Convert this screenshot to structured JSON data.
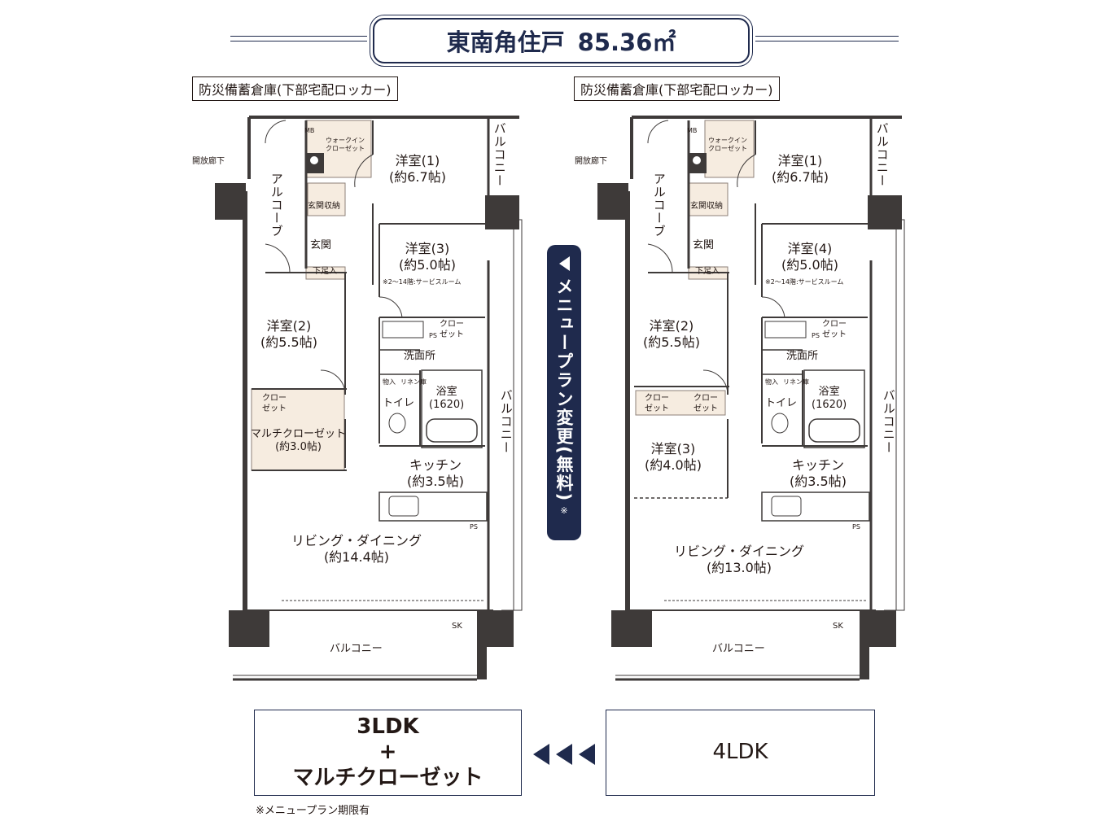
{
  "header": {
    "title": "東南角住戸",
    "area": "85.36㎡"
  },
  "common": {
    "storage_callout": "防災備蓄倉庫(下部宅配ロッカー)",
    "open_corridor": "開放廊下",
    "alcove": "アルコーブ",
    "mb": "MB",
    "walkin": "ウォークイン\nクローゼット",
    "entrance_storage": "玄関収納",
    "entrance": "玄関",
    "shoe": "下足入",
    "balcony": "バルコニー",
    "ps": "PS",
    "washroom": "洗面所",
    "storage_small": "物入",
    "linen": "リネン庫",
    "toilet": "トイレ",
    "bath": "浴室",
    "bath_size": "(1620)",
    "kitchen": "キッチン",
    "kitchen_size": "(約3.5帖)",
    "sk": "SK",
    "closet": "クロー\nゼット",
    "service_note": "※2〜14階:サービスルーム",
    "room1": "洋室(1)",
    "room1_size": "(約6.7帖)",
    "room2": "洋室(2)",
    "room2_size": "(約5.5帖)",
    "room_size_50": "(約5.0帖)",
    "ldk": "リビング・ダイニング"
  },
  "left_plan": {
    "room3": "洋室(3)",
    "multi_closet": "マルチクローゼット",
    "multi_closet_size": "(約3.0帖)",
    "ldk_size": "(約14.4帖)",
    "label_line1": "3LDK",
    "label_line2": "+",
    "label_line3": "マルチクローゼット"
  },
  "right_plan": {
    "room4": "洋室(4)",
    "room3": "洋室(3)",
    "room3_size": "(約4.0帖)",
    "ldk_size": "(約13.0帖)",
    "label": "4LDK"
  },
  "menu_banner": {
    "text": "メニュープラン変更(無料)",
    "note": "※"
  },
  "footnote": "※メニュープラン期限有",
  "colors": {
    "navy": "#1f2a4d",
    "wall": "#3e3a39",
    "beige": "#f6ece0"
  }
}
